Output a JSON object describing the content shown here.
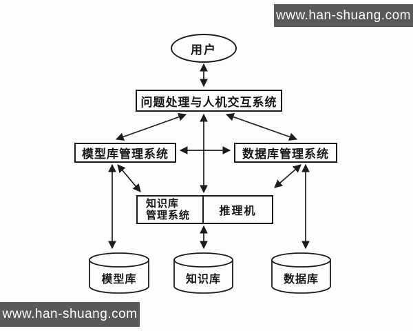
{
  "watermarks": {
    "top": "www.han-shuang.com",
    "bottom": "www.han-shuang.com"
  },
  "colors": {
    "watermark_bar_bg": "#59595b",
    "watermark_text": "#ffffff",
    "diagram_line": "#1c1c1c",
    "background": "#fdfdfc"
  },
  "diagram": {
    "type": "flowchart",
    "nodes": {
      "user": {
        "label": "用户",
        "shape": "ellipse"
      },
      "interaction": {
        "label": "问题处理与人机交互系统",
        "shape": "rect"
      },
      "model_mgmt": {
        "label": "模型库管理系统",
        "shape": "rect"
      },
      "db_mgmt": {
        "label": "数据库管理系统",
        "shape": "rect"
      },
      "knowledge_mgmt": {
        "label_line1": "知识库",
        "label_line2": "管理系统",
        "shape": "rect-split-left"
      },
      "inference": {
        "label": "推理机",
        "shape": "rect-split-right"
      },
      "model_base": {
        "label": "模型库",
        "shape": "cylinder"
      },
      "knowledge_base": {
        "label": "知识库",
        "shape": "cylinder"
      },
      "database": {
        "label": "数据库",
        "shape": "cylinder"
      }
    },
    "edges": [
      {
        "from": "user",
        "to": "interaction",
        "bidirectional": true
      },
      {
        "from": "interaction",
        "to": "model_mgmt",
        "bidirectional": true
      },
      {
        "from": "interaction",
        "to": "db_mgmt",
        "bidirectional": true
      },
      {
        "from": "interaction",
        "to": "knowledge_mgmt",
        "bidirectional": true
      },
      {
        "from": "model_mgmt",
        "to": "db_mgmt",
        "bidirectional": true
      },
      {
        "from": "model_mgmt",
        "to": "knowledge_mgmt",
        "bidirectional": true
      },
      {
        "from": "db_mgmt",
        "to": "inference",
        "bidirectional": true
      },
      {
        "from": "model_mgmt",
        "to": "model_base",
        "bidirectional": true
      },
      {
        "from": "knowledge_mgmt",
        "to": "knowledge_base",
        "bidirectional": true
      },
      {
        "from": "db_mgmt",
        "to": "database",
        "bidirectional": true
      }
    ]
  }
}
